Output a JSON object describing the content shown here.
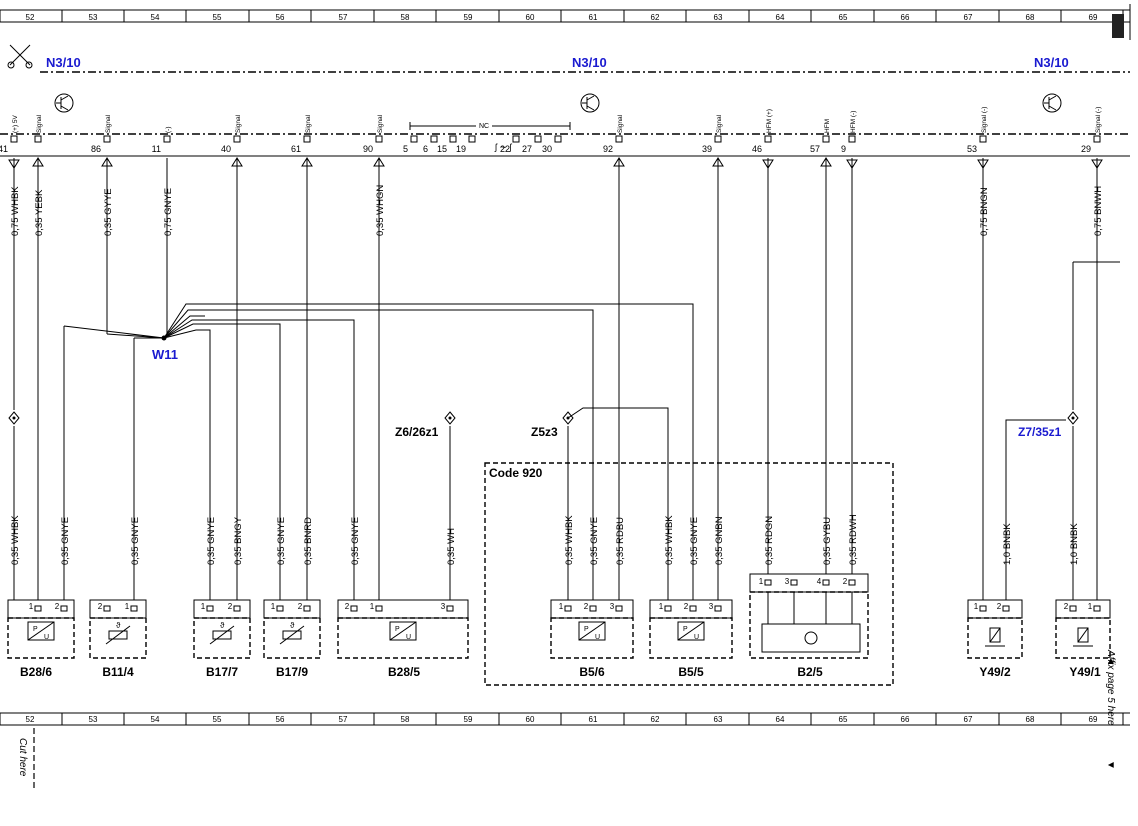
{
  "grid": {
    "top_numbers": [
      "52",
      "53",
      "54",
      "55",
      "56",
      "57",
      "58",
      "59",
      "60",
      "61",
      "62",
      "63",
      "64",
      "65",
      "66",
      "67",
      "68",
      "69"
    ],
    "bottom_numbers": [
      "52",
      "53",
      "54",
      "55",
      "56",
      "57",
      "58",
      "59",
      "60",
      "61",
      "62",
      "63",
      "64",
      "65",
      "66",
      "67",
      "68",
      "69"
    ]
  },
  "module": {
    "label": "N3/10"
  },
  "nc_label": "NC",
  "pins": [
    {
      "num": "41",
      "label": "(+) 5V"
    },
    {
      "num": "",
      "label": "Signal"
    },
    {
      "num": "86",
      "label": "Signal"
    },
    {
      "num": "11",
      "label": "(-)"
    },
    {
      "num": "40",
      "label": "Signal"
    },
    {
      "num": "61",
      "label": "Signal"
    },
    {
      "num": "90",
      "label": "Signal"
    },
    {
      "num": "5",
      "label": ""
    },
    {
      "num": "6",
      "label": ""
    },
    {
      "num": "15",
      "label": ""
    },
    {
      "num": "19",
      "label": ""
    },
    {
      "num": "22",
      "label": ""
    },
    {
      "num": "27",
      "label": ""
    },
    {
      "num": "30",
      "label": ""
    },
    {
      "num": "92",
      "label": "Signal"
    },
    {
      "num": "39",
      "label": "Signal"
    },
    {
      "num": "46",
      "label": "HFM (+)"
    },
    {
      "num": "57",
      "label": "HFM"
    },
    {
      "num": "9",
      "label": "HFM (-)"
    },
    {
      "num": "53",
      "label": "Signal (-)"
    },
    {
      "num": "29",
      "label": "Signal (-)"
    }
  ],
  "wires_top": [
    "0,75 WHBK",
    "0,35 YEBK",
    "0,35 GYYE",
    "0,75 GNYE",
    "0,35 WHGN",
    "0,75 BNGN",
    "0,75 BNWH"
  ],
  "wires_bottom": [
    "0,35 WHBK",
    "0,35 GNYE",
    "0,35 GNYE",
    "0,35 GNYE",
    "0,35 BNGY",
    "0,35 GNYE",
    "0,35 BNRD",
    "0,35 GNYE",
    "0,35 WH",
    "0,35 WHBK",
    "0,35 GNYE",
    "0,35 RDBU",
    "0,35 WHBK",
    "0,35 GNYE",
    "0,35 GNBN",
    "0,35 RDGN",
    "0,35 GYBU",
    "0,35 RDWH",
    "1,0 BNBK",
    "1,0 BNBK"
  ],
  "splices": [
    "W11",
    "Z6/26z1",
    "Z5z3",
    "Z7/35z1"
  ],
  "code_box": "Code 920",
  "components": [
    "B28/6",
    "B11/4",
    "B17/7",
    "B17/9",
    "B28/5",
    "B5/6",
    "B5/5",
    "B2/5",
    "Y49/2",
    "Y49/1"
  ],
  "component_pins": {
    "b28_6": [
      "1",
      "2"
    ],
    "b11_4": [
      "2",
      "1"
    ],
    "b17_7": [
      "1",
      "2"
    ],
    "b17_9": [
      "1",
      "2"
    ],
    "b28_5": [
      "2",
      "1",
      "3"
    ],
    "b5_6": [
      "1",
      "2",
      "3"
    ],
    "b5_5": [
      "1",
      "2",
      "3"
    ],
    "b2_5": [
      "1",
      "3",
      "4",
      "2"
    ],
    "y49_2": [
      "1",
      "2"
    ],
    "y49_1": [
      "2",
      "1"
    ]
  },
  "pu_label": {
    "p": "P",
    "u": "U"
  },
  "side_notes": {
    "affix": "Affix page 5 here",
    "cut": "Cut here"
  }
}
